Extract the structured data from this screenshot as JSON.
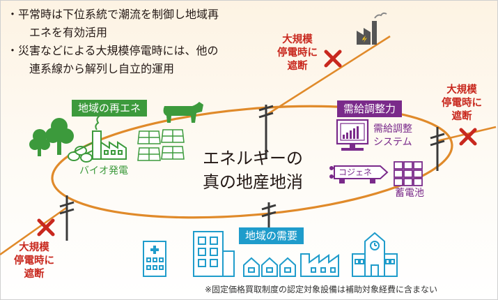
{
  "bullets": [
    "・平常時は下位系統で潮流を制御し地域再",
    "エネを有効活用",
    "・災害などによる大規模停電時には、他の",
    "連系線から解列し自立的運用"
  ],
  "cutoff": {
    "line1": "大規模",
    "line2": "停電時に",
    "line3": "遮断"
  },
  "tags": {
    "renewable": "地域の再エネ",
    "adjustment": "需給調整力",
    "demand": "地域の需要"
  },
  "center": {
    "line1": "エネルギーの",
    "line2": "真の地産地消"
  },
  "labels": {
    "biomass": "バイオ発電",
    "system_line1": "需給調整",
    "system_line2": "システム",
    "cogeneration": "コジェネ",
    "battery": "蓄電池"
  },
  "footnote": "※固定価格買取制度の認定対象設備は補助対象経費に含まない",
  "colors": {
    "grid_line": "#e08a2a",
    "cutoff_red": "#c8281e",
    "renewable_green": "#3c9a3c",
    "adjustment_purple": "#7a2a8a",
    "demand_blue": "#1f9ccb"
  },
  "icons": [
    "factory-icon",
    "trees-icon",
    "logs-icon",
    "biomass-plant-icon",
    "solar-panels-icon",
    "cow-icon",
    "monitor-icon",
    "cogeneration-icon",
    "battery-icon",
    "hospital-icon",
    "office-building-icon",
    "houses-icon",
    "factory-demand-icon",
    "school-icon"
  ]
}
